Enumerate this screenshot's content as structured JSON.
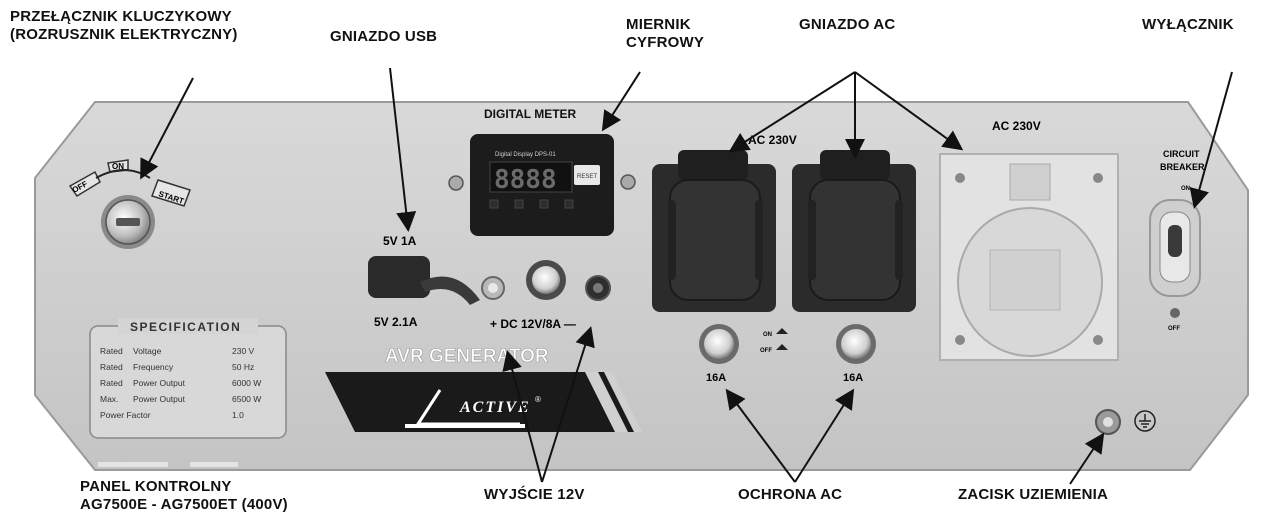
{
  "callouts": {
    "key_switch": [
      "PRZEŁĄCZNIK KLUCZYKOWY",
      "(ROZRUSZNIK ELEKTRYCZNY)"
    ],
    "usb": [
      "GNIAZDO USB"
    ],
    "meter": [
      "MIERNIK",
      "CYFROWY"
    ],
    "ac_socket": [
      "GNIAZDO AC"
    ],
    "breaker": [
      "WYŁĄCZNIK"
    ],
    "panel": [
      "PANEL KONTROLNY",
      "AG7500E - AG7500ET (400V)"
    ],
    "dc_out": [
      "WYJŚCIE 12V"
    ],
    "ac_protect": [
      "OCHRONA AC"
    ],
    "ground": [
      "ZACISK UZIEMIENIA"
    ]
  },
  "panel": {
    "digital_meter_label": "DIGITAL METER",
    "meter_caption": "Digital Display DPS-01",
    "meter_reading": "8888",
    "meter_button": "RESET",
    "key_off": "OFF",
    "key_on": "ON",
    "key_start": "START",
    "usb_top": "5V 1A",
    "usb_bottom": "5V 2.1A",
    "dc_label": "+ DC 12V/8A —",
    "ac_label_left": "AC 230V",
    "ac_label_right": "AC 230V",
    "fuse_left": "16A",
    "fuse_right": "16A",
    "on_label": "ON",
    "off_label": "OFF",
    "breaker_label_1": "CIRCUIT",
    "breaker_label_2": "BREAKER",
    "breaker_on": "ON",
    "breaker_off": "OFF",
    "avr_label": "AVR GENERATOR",
    "brand": "ACTIVE",
    "brand_mark": "®",
    "spec_title": "SPECIFICATION",
    "spec_rows": [
      [
        "Rated",
        "Voltage",
        "230 V"
      ],
      [
        "Rated",
        "Frequency",
        "50 Hz"
      ],
      [
        "Rated",
        "Power Output",
        "6000 W"
      ],
      [
        "Max.",
        "Power Output",
        "6500 W"
      ],
      [
        "Power Factor",
        "",
        "1.0"
      ]
    ]
  },
  "colors": {
    "panel_fill": "#cfcfcf",
    "panel_stroke": "#9a9a9a",
    "socket": "#2b2b2b",
    "industrial_socket": "#d6d6d6",
    "text": "#111111"
  }
}
